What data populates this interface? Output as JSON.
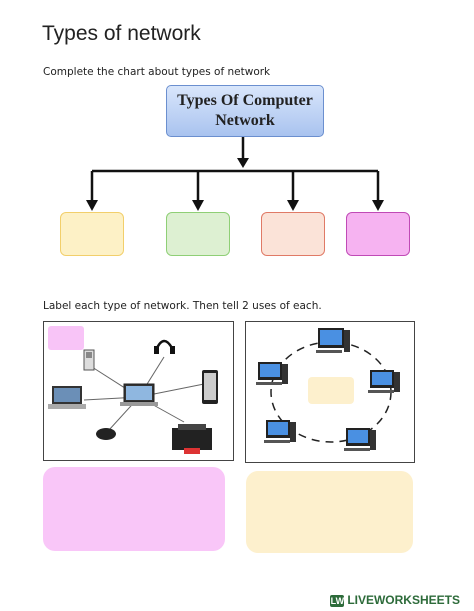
{
  "page": {
    "title": "Types of network",
    "instruction_1": "Complete the chart about types of network",
    "instruction_2": "Label each type of network. Then tell 2 uses of each."
  },
  "chart": {
    "root_label_line1": "Types Of Computer",
    "root_label_line2": "Network",
    "root_colors": {
      "top": "#d9e6fb",
      "bottom": "#a9c3ef",
      "border": "#6b8fcf"
    },
    "answer_boxes": [
      {
        "fill": "#fdf1c6",
        "border": "#f2cf6b"
      },
      {
        "fill": "#ddf0d2",
        "border": "#8fcf76"
      },
      {
        "fill": "#fbe3d8",
        "border": "#e07a66"
      },
      {
        "fill": "#f6b3f1",
        "border": "#c04ab6"
      }
    ]
  },
  "panels": {
    "left_label_color": "#f8c4f7",
    "right_label_color": "#fdf0cd",
    "bottom_left_color": "#f9c6f8",
    "bottom_right_color": "#fdf0cd"
  },
  "footer": {
    "logo_text": "LIVEWORKSHEETS",
    "logo_mark": "LW"
  }
}
